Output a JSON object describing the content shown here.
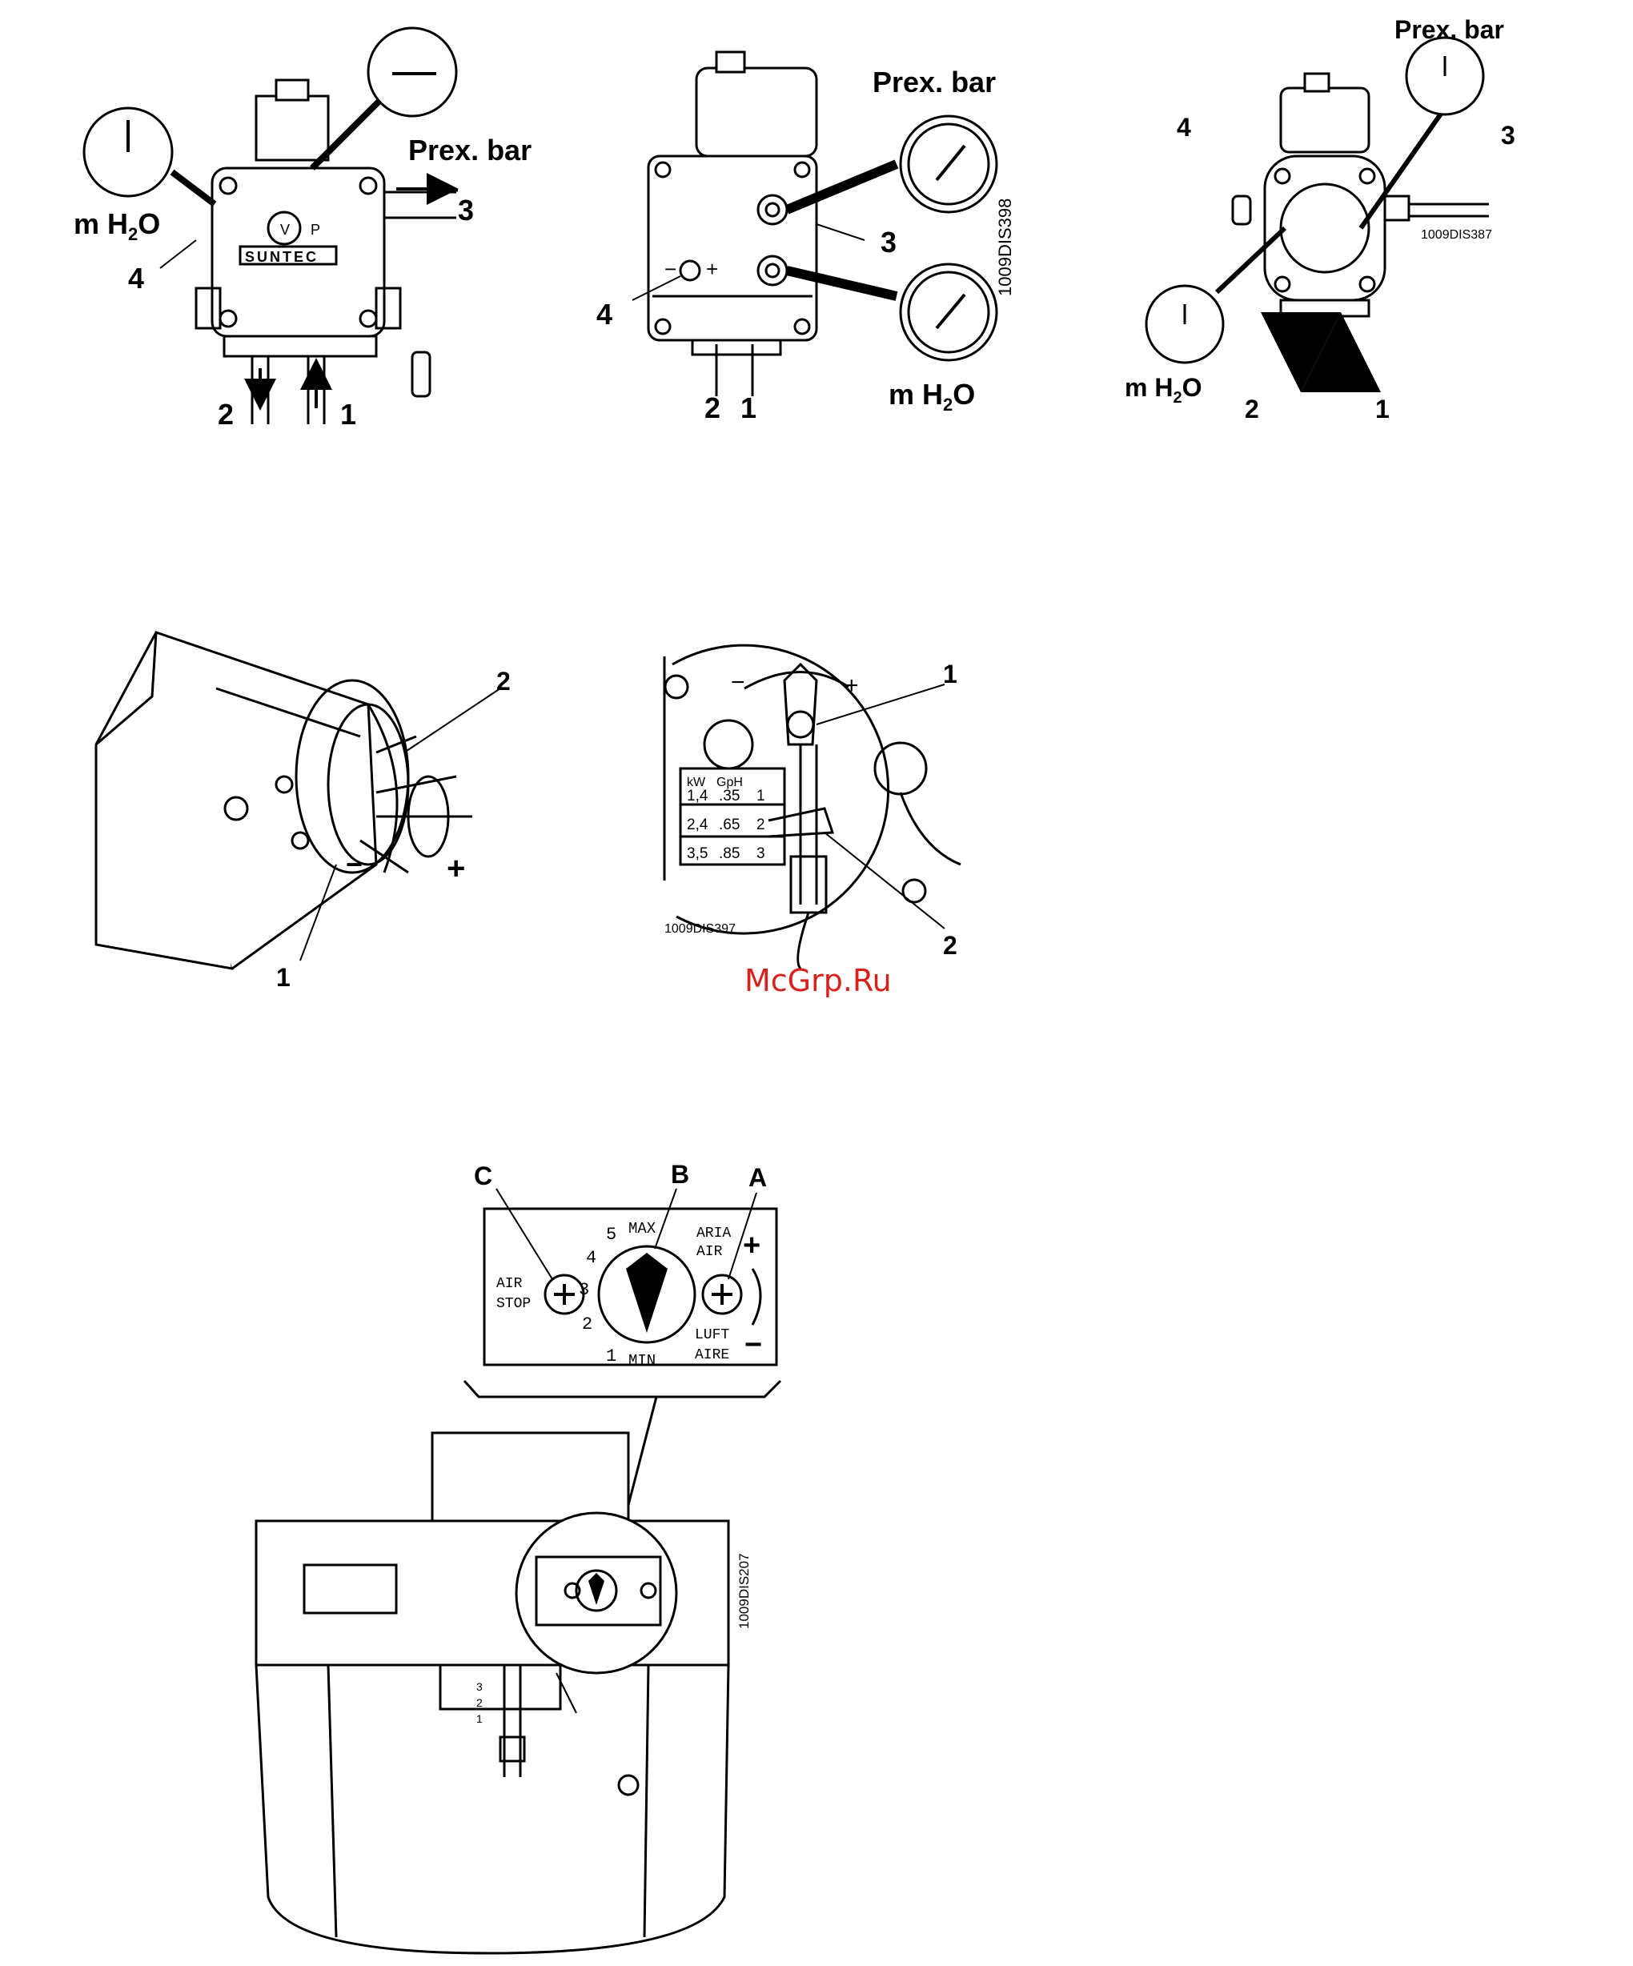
{
  "figure1": {
    "pump_a": {
      "brand": "SUNTEC",
      "port_v": "V",
      "port_p": "P",
      "label_prex": "Prex. bar",
      "label_mh2o": "m H",
      "label_mh2o_sub": "2",
      "label_mh2o_tail": "O",
      "callout_1": "1",
      "callout_2": "2",
      "callout_3": "3",
      "callout_4": "4"
    },
    "pump_b": {
      "label_prex": "Prex. bar",
      "label_mh2o": "m H",
      "label_mh2o_sub": "2",
      "label_mh2o_tail": "O",
      "code": "1009DIS398",
      "adjust_minus": "−",
      "adjust_plus": "+",
      "callout_1": "1",
      "callout_2": "2",
      "callout_3": "3",
      "callout_4": "4"
    },
    "pump_c": {
      "label_prex": "Prex. bar",
      "label_mh2o": "m H",
      "label_mh2o_sub": "2",
      "label_mh2o_tail": "O",
      "code": "1009DIS387",
      "callout_1": "1",
      "callout_2": "2",
      "callout_3": "3",
      "callout_4": "4"
    }
  },
  "figure2": {
    "head_left": {
      "callout_1": "1",
      "callout_2": "2",
      "minus": "−",
      "plus": "+"
    },
    "head_right": {
      "minus": "−",
      "plus": "+",
      "table_header": [
        "kW",
        "GpH"
      ],
      "table_rows": [
        {
          "kw": "1,4",
          "gph": ".35",
          "pos": "1"
        },
        {
          "kw": "2,4",
          "gph": ".65",
          "pos": "2"
        },
        {
          "kw": "3,5",
          "gph": ".85",
          "pos": "3"
        }
      ],
      "code": "1009DIS397",
      "callout_1": "1",
      "callout_2": "2"
    }
  },
  "watermark": "McGrp.Ru",
  "figure3": {
    "callout_a": "A",
    "callout_b": "B",
    "callout_c": "C",
    "air_stop_1": "AIR",
    "air_stop_2": "STOP",
    "dial_max": "MAX",
    "dial_min": "MIN",
    "dial_scale": [
      "1",
      "2",
      "3",
      "4",
      "5"
    ],
    "air_labels_top": [
      "ARIA",
      "AIR"
    ],
    "air_labels_bottom": [
      "LUFT",
      "AIRE"
    ],
    "plus": "+",
    "minus": "−",
    "code": "1009DIS207",
    "position_marks": [
      "3",
      "2",
      "1"
    ]
  }
}
